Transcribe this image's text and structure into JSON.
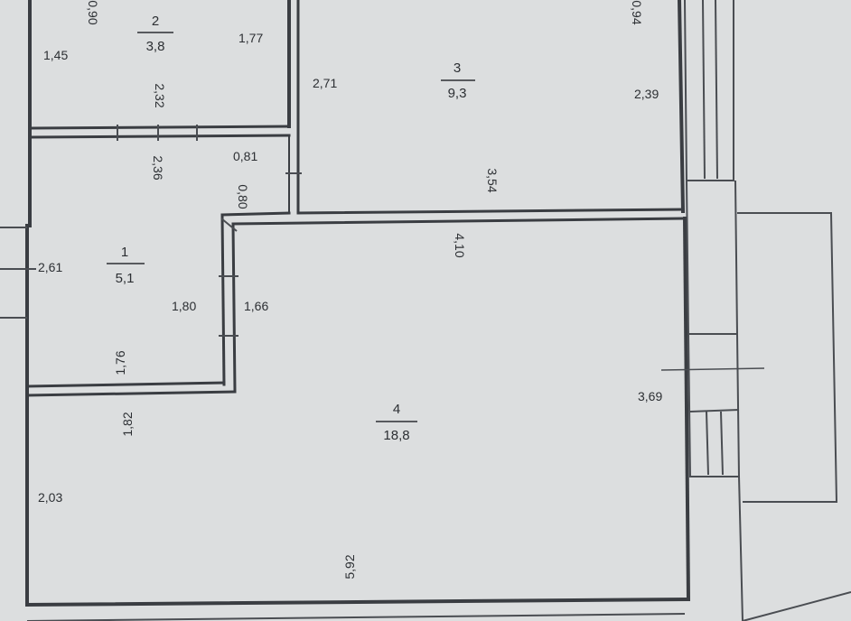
{
  "plan": {
    "rooms": [
      {
        "id": "room-1",
        "number": "1",
        "area": "5,1"
      },
      {
        "id": "room-2",
        "number": "2",
        "area": "3,8"
      },
      {
        "id": "room-3",
        "number": "3",
        "area": "9,3"
      },
      {
        "id": "room-4",
        "number": "4",
        "area": "18,8"
      }
    ],
    "dimensions": {
      "d_090": "0,90",
      "d_145": "1,45",
      "d_177": "1,77",
      "d_232": "2,32",
      "d_271": "2,71",
      "d_094": "0,94",
      "d_239": "2,39",
      "d_236": "2,36",
      "d_081": "0,81",
      "d_080": "0,80",
      "d_354": "3,54",
      "d_410": "4,10",
      "d_261": "2,61",
      "d_180": "1,80",
      "d_166": "1,66",
      "d_176": "1,76",
      "d_369": "3,69",
      "d_182": "1,82",
      "d_203": "2,03",
      "d_592": "5,92"
    }
  }
}
